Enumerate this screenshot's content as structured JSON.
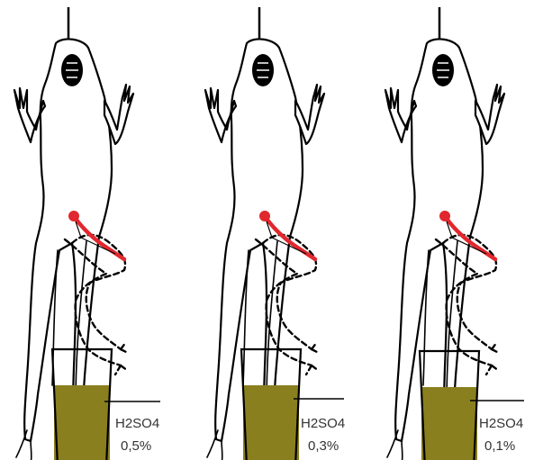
{
  "panels": [
    {
      "reagent": "H2SO4",
      "concentration": "0,5%"
    },
    {
      "reagent": "H2SO4",
      "concentration": "0,3%"
    },
    {
      "reagent": "H2SO4",
      "concentration": "0,1%"
    }
  ],
  "colors": {
    "nerve": "#e0282e",
    "acid_solution": "#8a7f1e",
    "outline": "#000000",
    "label_text": "#333333"
  }
}
